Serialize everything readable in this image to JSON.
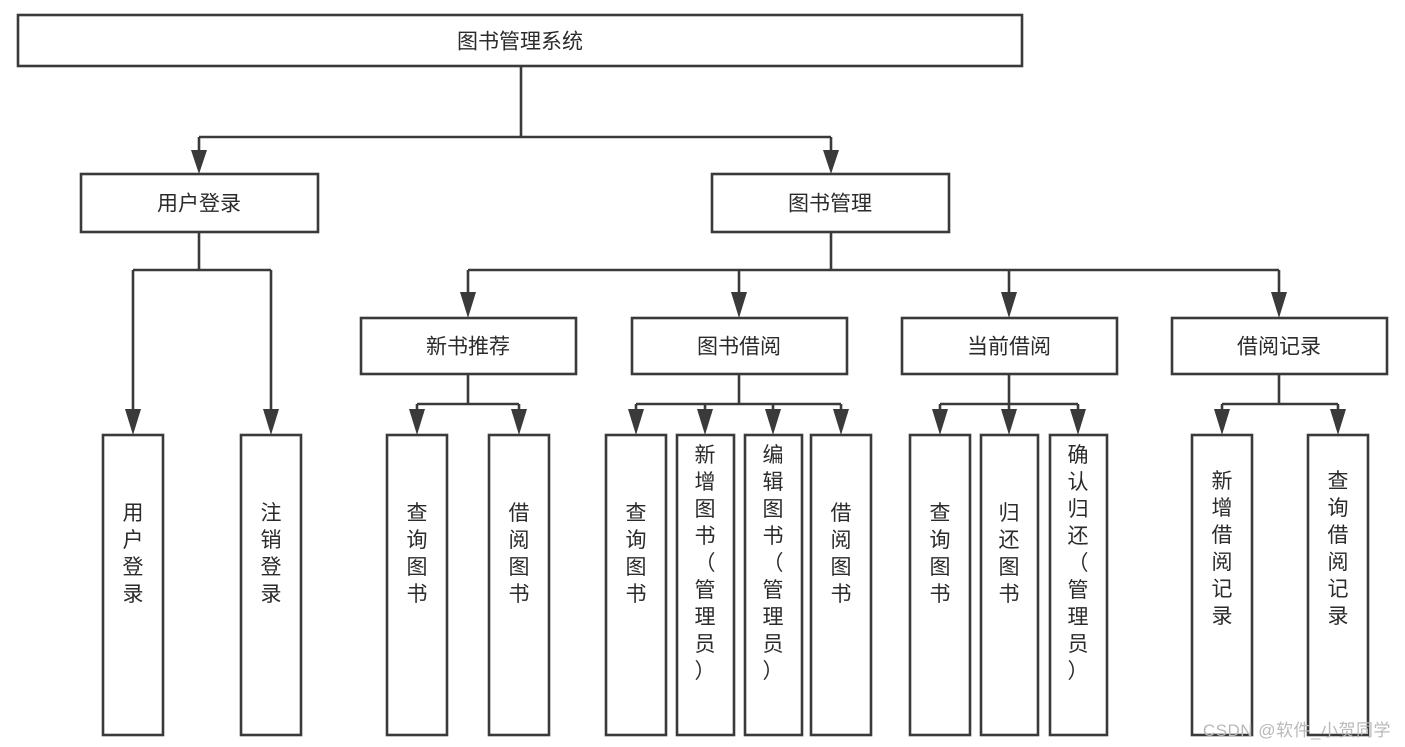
{
  "diagram": {
    "title": "图书管理系统",
    "type": "tree",
    "watermark": "CSDN @软件_小贺同学",
    "colors": {
      "stroke": "#3a3a3a",
      "box_fill": "#ffffff",
      "text": "#2b2b2b",
      "background": "#ffffff",
      "watermark": "#b9b9b9"
    },
    "levels": [
      {
        "level": 1,
        "nodes": [
          {
            "id": "root",
            "label": "图书管理系统",
            "orientation": "horizontal"
          }
        ]
      },
      {
        "level": 2,
        "nodes": [
          {
            "id": "user-login",
            "label": "用户登录",
            "orientation": "horizontal",
            "parent": "root"
          },
          {
            "id": "book-manage",
            "label": "图书管理",
            "orientation": "horizontal",
            "parent": "root"
          }
        ]
      },
      {
        "level": 3,
        "nodes": [
          {
            "id": "new-book-recommend",
            "label": "新书推荐",
            "orientation": "horizontal",
            "parent": "book-manage"
          },
          {
            "id": "book-borrow",
            "label": "图书借阅",
            "orientation": "horizontal",
            "parent": "book-manage"
          },
          {
            "id": "current-borrow",
            "label": "当前借阅",
            "orientation": "horizontal",
            "parent": "book-manage"
          },
          {
            "id": "borrow-record",
            "label": "借阅记录",
            "orientation": "horizontal",
            "parent": "book-manage"
          }
        ]
      },
      {
        "level": 4,
        "nodes": [
          {
            "id": "leaf-user-login",
            "label": "用户登录",
            "orientation": "vertical",
            "parent": "user-login"
          },
          {
            "id": "leaf-logout-login",
            "label": "注销登录",
            "orientation": "vertical",
            "parent": "user-login"
          },
          {
            "id": "leaf-query-book-1",
            "label": "查询图书",
            "orientation": "vertical",
            "parent": "new-book-recommend"
          },
          {
            "id": "leaf-borrow-book-1",
            "label": "借阅图书",
            "orientation": "vertical",
            "parent": "new-book-recommend"
          },
          {
            "id": "leaf-query-book-2",
            "label": "查询图书",
            "orientation": "vertical",
            "parent": "book-borrow"
          },
          {
            "id": "leaf-add-book-admin",
            "label": "新增图书（管理员）",
            "orientation": "vertical",
            "parent": "book-borrow"
          },
          {
            "id": "leaf-edit-book-admin",
            "label": "编辑图书（管理员）",
            "orientation": "vertical",
            "parent": "book-borrow"
          },
          {
            "id": "leaf-borrow-book-2",
            "label": "借阅图书",
            "orientation": "vertical",
            "parent": "book-borrow"
          },
          {
            "id": "leaf-query-book-3",
            "label": "查询图书",
            "orientation": "vertical",
            "parent": "current-borrow"
          },
          {
            "id": "leaf-return-book",
            "label": "归还图书",
            "orientation": "vertical",
            "parent": "current-borrow"
          },
          {
            "id": "leaf-confirm-return-admin",
            "label": "确认归还（管理员）",
            "orientation": "vertical",
            "parent": "current-borrow"
          },
          {
            "id": "leaf-add-borrow-record",
            "label": "新增借阅记录",
            "orientation": "vertical",
            "parent": "borrow-record"
          },
          {
            "id": "leaf-query-borrow-record",
            "label": "查询借阅记录",
            "orientation": "vertical",
            "parent": "borrow-record"
          }
        ]
      }
    ]
  },
  "labels": {
    "root": "图书管理系统",
    "user_login": "用户登录",
    "book_manage": "图书管理",
    "new_book_recommend": "新书推荐",
    "book_borrow": "图书借阅",
    "current_borrow": "当前借阅",
    "borrow_record": "借阅记录",
    "leaf_user_login": "用户登录",
    "leaf_logout_login": "注销登录",
    "leaf_query_book_1": "查询图书",
    "leaf_borrow_book_1": "借阅图书",
    "leaf_query_book_2": "查询图书",
    "leaf_add_book_admin": "新增图书（管理员）",
    "leaf_edit_book_admin": "编辑图书（管理员）",
    "leaf_borrow_book_2": "借阅图书",
    "leaf_query_book_3": "查询图书",
    "leaf_return_book": "归还图书",
    "leaf_confirm_return_admin": "确认归还（管理员）",
    "leaf_add_borrow_record": "新增借阅记录",
    "leaf_query_borrow_record": "查询借阅记录"
  },
  "watermark": {
    "text": "CSDN @软件_小贺同学"
  }
}
